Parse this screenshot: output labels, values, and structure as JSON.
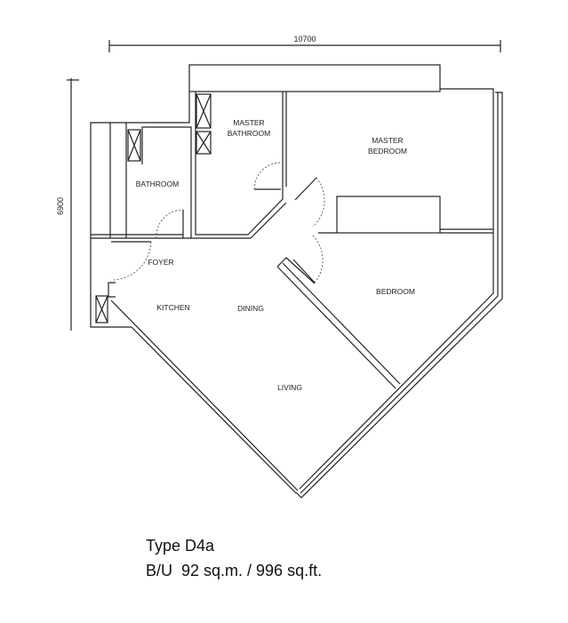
{
  "dimensions": {
    "width_label": "10700",
    "height_label": "6900"
  },
  "rooms": {
    "master_bathroom": [
      "MASTER",
      "BATHROOM"
    ],
    "master_bedroom": [
      "MASTER",
      "BEDROOM"
    ],
    "bathroom": "BATHROOM",
    "foyer": "FOYER",
    "kitchen": "KITCHEN",
    "dining": "DINING",
    "bedroom": "BEDROOM",
    "living": "LIVING"
  },
  "caption": {
    "type": "Type D4a",
    "area": "B/U  92 sq.m. / 996 sq.ft."
  }
}
